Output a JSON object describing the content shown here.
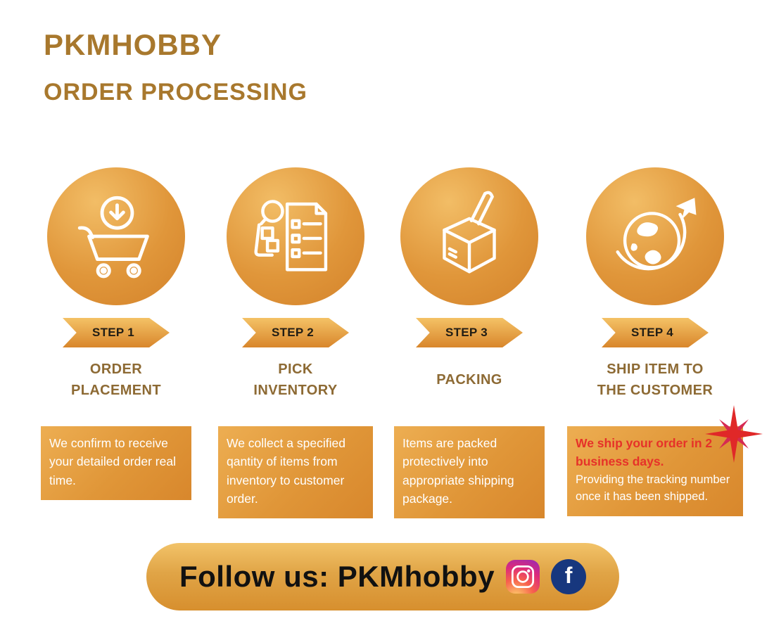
{
  "header": {
    "brand": "PKMHOBBY",
    "title": "ORDER PROCESSING"
  },
  "steps": [
    {
      "badge": "STEP 1",
      "title": "ORDER PLACEMENT",
      "icon": "cart-download-icon",
      "description": "We confirm to receive your detailed order real time."
    },
    {
      "badge": "STEP 2",
      "title": "PICK INVENTORY",
      "icon": "pick-inventory-icon",
      "description": "We collect a specified qantity of items from inventory to customer order."
    },
    {
      "badge": "STEP 3",
      "title": "PACKING",
      "icon": "packing-box-icon",
      "description": "Items are packed protectively into appropriate shipping package."
    },
    {
      "badge": "STEP 4",
      "title": "SHIP ITEM TO THE CUSTOMER",
      "icon": "globe-plane-icon",
      "description_highlight": "We ship your order in 2 business days.",
      "description_rest": "Providing the tracking number once it has been shipped."
    }
  ],
  "footer": {
    "label": "Follow us: PKMhobby",
    "facebook_letter": "f",
    "icons": [
      "instagram-icon",
      "facebook-icon"
    ]
  },
  "colors": {
    "gold_text": "#a8782d",
    "step_title_text": "#8d6a34",
    "highlight_red": "#e63229",
    "circle_gold_light": "#f2bd66",
    "circle_gold_dark": "#d3822a",
    "facebook_blue": "#17377e"
  }
}
